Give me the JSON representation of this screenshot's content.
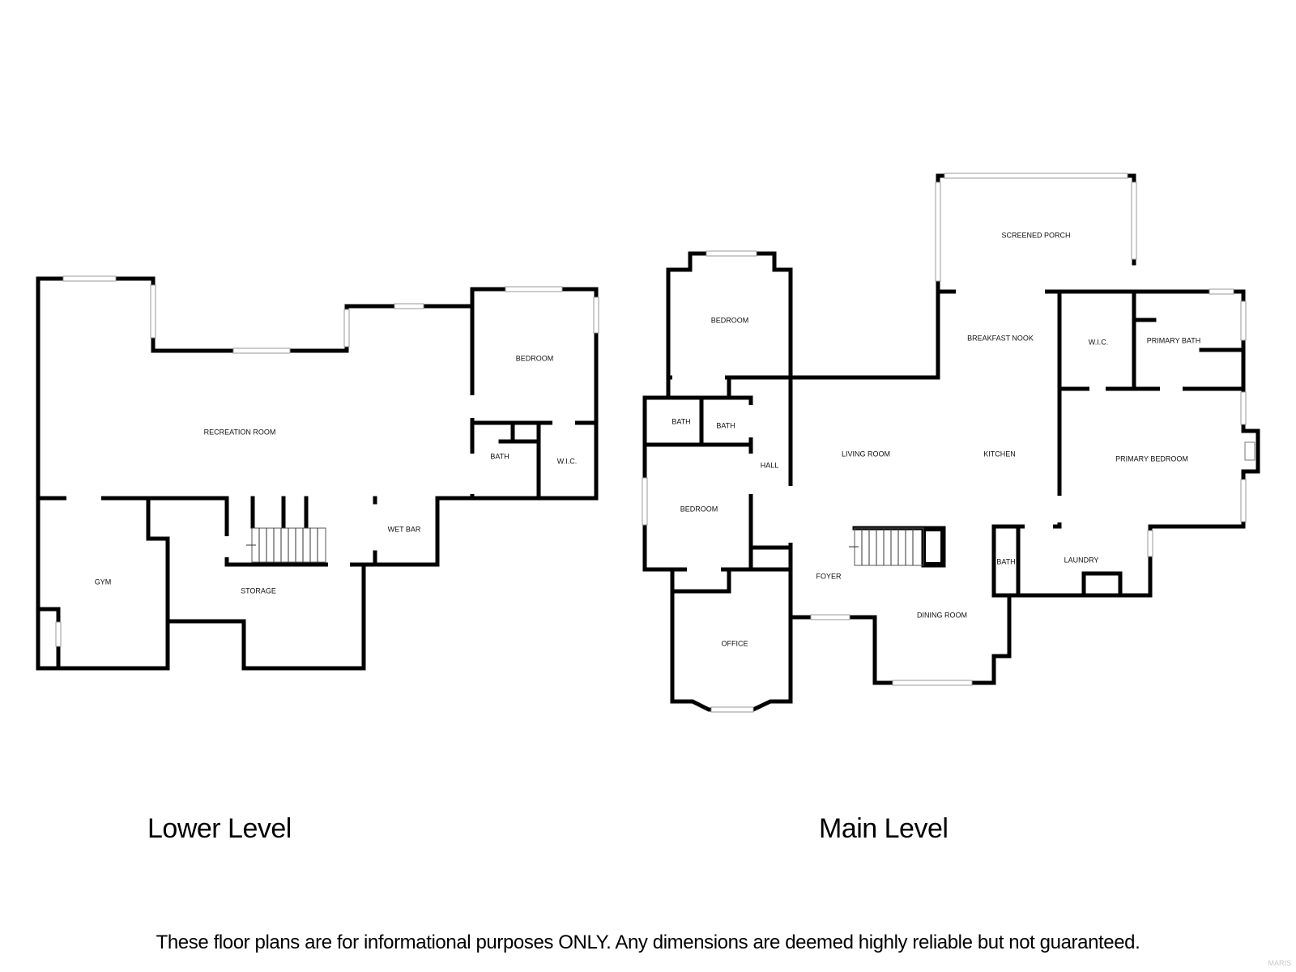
{
  "levels": {
    "lower": {
      "title": "Lower Level",
      "rooms": {
        "recreation_room": "RECREATION ROOM",
        "bedroom": "BEDROOM",
        "bath": "BATH",
        "wic": "W.I.C.",
        "wet_bar": "WET BAR",
        "gym": "GYM",
        "storage": "STORAGE"
      }
    },
    "main": {
      "title": "Main Level",
      "rooms": {
        "screened_porch": "SCREENED PORCH",
        "bedroom_upper": "BEDROOM",
        "breakfast_nook": "BREAKFAST NOOK",
        "wic": "W.I.C.",
        "primary_bath": "PRIMARY BATH",
        "bath_left": "BATH",
        "bath_right": "BATH",
        "hall": "HALL",
        "living_room": "LIVING ROOM",
        "kitchen": "KITCHEN",
        "primary_bedroom": "PRIMARY BEDROOM",
        "bedroom_lower": "BEDROOM",
        "bath_small": "BATH",
        "laundry": "LAUNDRY",
        "foyer": "FOYER",
        "dining_room": "DINING ROOM",
        "office": "OFFICE"
      }
    }
  },
  "disclaimer": "These floor plans are for informational purposes ONLY. Any dimensions are deemed highly reliable but not guaranteed.",
  "watermark": "MARIS",
  "colors": {
    "wall": "#000000",
    "background": "#ffffff",
    "window": "#9a9a9a"
  }
}
